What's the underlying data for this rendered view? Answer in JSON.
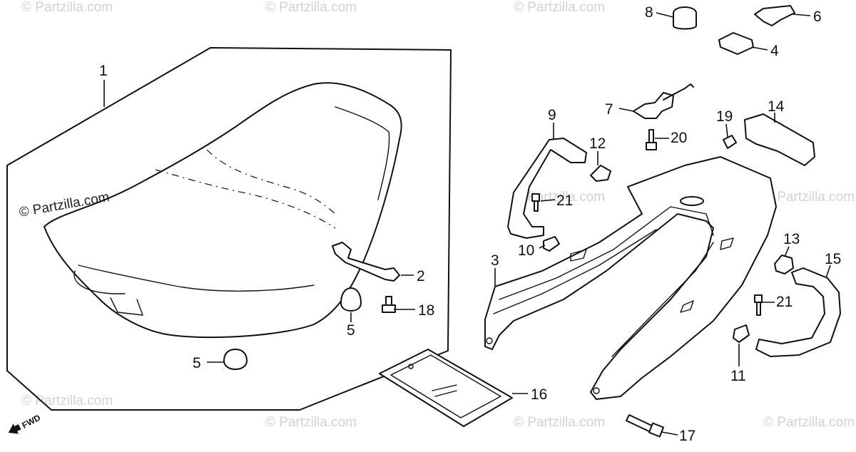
{
  "watermark": {
    "main_text": "© Partzilla.com",
    "faint_text": "© Partzilla.com"
  },
  "direction_label": "FWD",
  "callouts": [
    {
      "id": "c1",
      "label": "1"
    },
    {
      "id": "c2",
      "label": "2"
    },
    {
      "id": "c3",
      "label": "3"
    },
    {
      "id": "c4",
      "label": "4"
    },
    {
      "id": "c5a",
      "label": "5"
    },
    {
      "id": "c5b",
      "label": "5"
    },
    {
      "id": "c6",
      "label": "6"
    },
    {
      "id": "c7",
      "label": "7"
    },
    {
      "id": "c8",
      "label": "8"
    },
    {
      "id": "c9",
      "label": "9"
    },
    {
      "id": "c10",
      "label": "10"
    },
    {
      "id": "c11",
      "label": "11"
    },
    {
      "id": "c12",
      "label": "12"
    },
    {
      "id": "c13",
      "label": "13"
    },
    {
      "id": "c14",
      "label": "14"
    },
    {
      "id": "c15",
      "label": "15"
    },
    {
      "id": "c16",
      "label": "16"
    },
    {
      "id": "c17",
      "label": "17"
    },
    {
      "id": "c18",
      "label": "18"
    },
    {
      "id": "c19",
      "label": "19"
    },
    {
      "id": "c20",
      "label": "20"
    },
    {
      "id": "c21a",
      "label": "21"
    },
    {
      "id": "c21b",
      "label": "21"
    }
  ],
  "colors": {
    "line": "#111111",
    "watermark": "#d2d2d2",
    "background": "#ffffff"
  }
}
